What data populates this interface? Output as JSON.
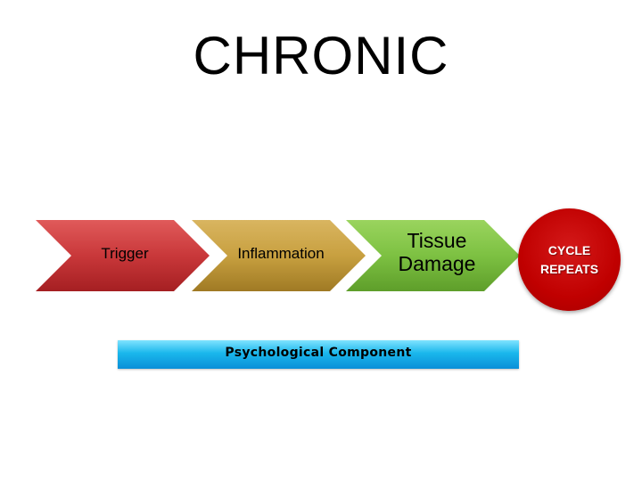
{
  "title": "CHRONIC",
  "steps": [
    {
      "label": "Trigger",
      "color": "#c9383a"
    },
    {
      "label": "Inflammation",
      "color": "#c8a040"
    },
    {
      "label": "Tissue Damage",
      "color": "#7dc142"
    }
  ],
  "cycle": {
    "label_line1": "CYCLE",
    "label_line2": "REPEATS",
    "color": "#c00000"
  },
  "psychological_bar": {
    "label": "Psychological Component",
    "color": "#1ab7ec"
  }
}
